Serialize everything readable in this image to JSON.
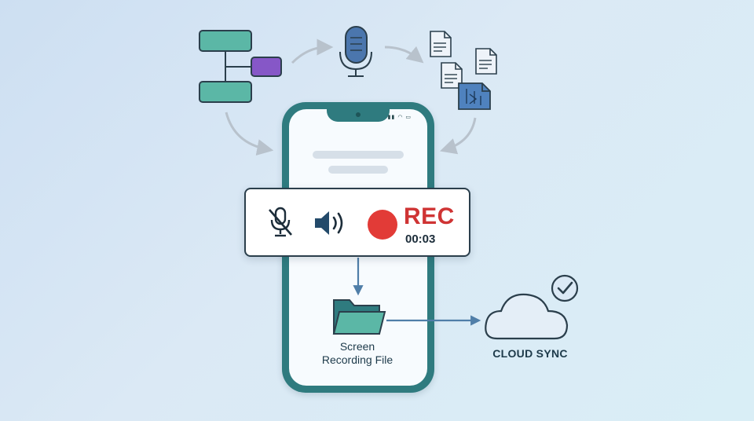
{
  "recording": {
    "label": "REC",
    "time": "00:03"
  },
  "file": {
    "label_line1": "Screen",
    "label_line2": "Recording File"
  },
  "cloud": {
    "label": "CLOUD SYNC"
  },
  "icons": {
    "input_diagram": "flowchart-icon",
    "microphone": "microphone-icon",
    "documents": "document-stack-icon",
    "mic_muted": "mic-off-icon",
    "speaker": "speaker-icon",
    "record": "record-dot-icon",
    "folder": "folder-icon",
    "cloud": "cloud-icon",
    "check": "check-circle-icon"
  },
  "colors": {
    "teal": "#5bb7a6",
    "purple": "#8657c7",
    "mic_blue": "#4b76ad",
    "doc_blue": "#4f82be",
    "phone_frame": "#2f7b7f",
    "rec_red": "#e23b37",
    "arrow_gray": "#b8c2cc",
    "arrow_blue": "#4f7ea8"
  }
}
